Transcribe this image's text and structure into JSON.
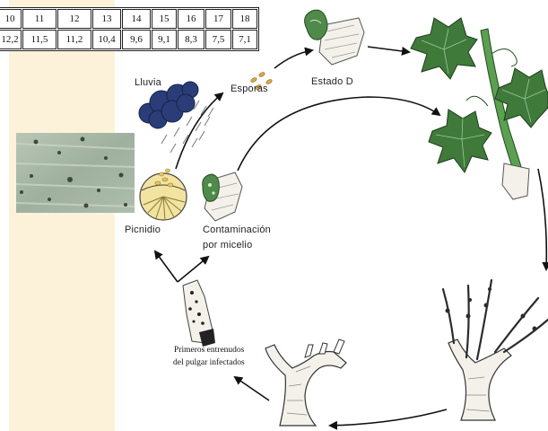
{
  "table": {
    "row1": [
      "10",
      "11",
      "12",
      "13",
      "14",
      "15",
      "16",
      "17",
      "18"
    ],
    "row2": [
      "12,2",
      "11,5",
      "11,2",
      "10,4",
      "9,6",
      "9,1",
      "8,3",
      "7,5",
      "7,1"
    ]
  },
  "labels": {
    "rain": "Lluvia",
    "spores": "Esporas",
    "stage_d": "Estado D",
    "pycnidium": "Picnidio",
    "contamination_line1": "Contaminación",
    "contamination_line2": "por micelio",
    "infected_line1": "Primeros entrenudos",
    "infected_line2": "del pulgar infectados"
  },
  "colors": {
    "panel": "#fcf2da",
    "leaf": "#3f7a3a",
    "stem": "#5aa050",
    "rain_cloud": "#2a3d78",
    "spore": "#d9a84a",
    "pycnidium_fill": "#f3e3a0",
    "wood": "#f4f1ea",
    "micrograph": "#a9b8a8"
  }
}
